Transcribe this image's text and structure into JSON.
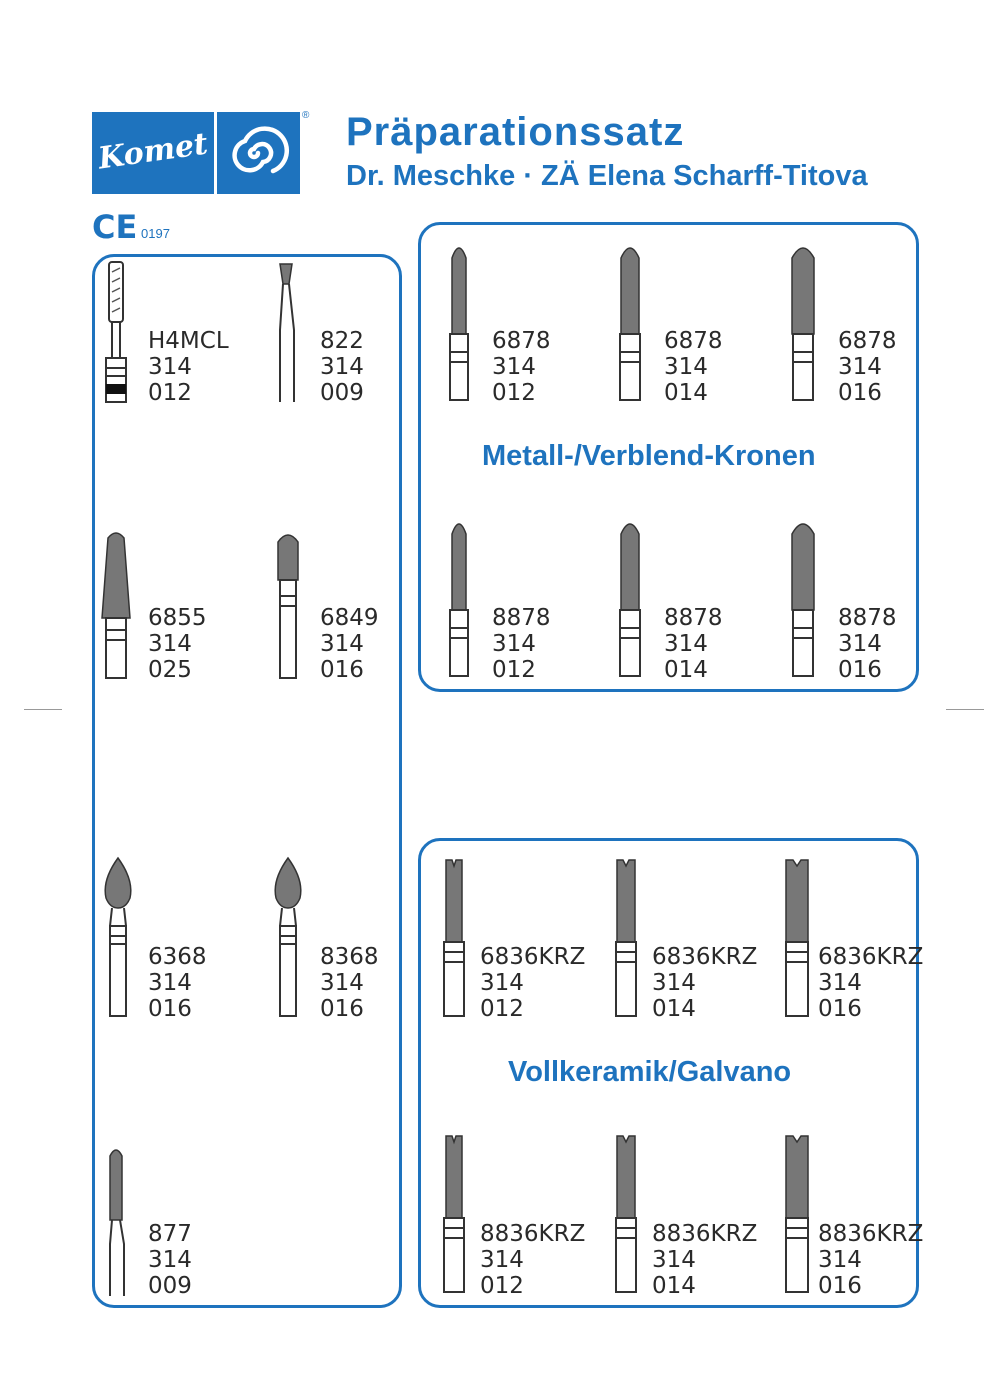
{
  "header": {
    "brand": "Komet",
    "reg_mark": "®",
    "title": "Präparationssatz",
    "subtitle": "Dr. Meschke · ZÄ Elena Scharff-Titova",
    "ce_mark": "CE",
    "ce_number": "0197"
  },
  "colors": {
    "accent": "#1e73be",
    "instrument": "#777777"
  },
  "left_panel": {
    "items": [
      {
        "icon": "cylinder-bur-icon",
        "line1": "H4MCL",
        "line2": "314",
        "line3": "012"
      },
      {
        "icon": "small-cone-bur-icon",
        "line1": "822",
        "line2": "314",
        "line3": "009"
      },
      {
        "icon": "tapered-round-bur-icon",
        "line1": "6855",
        "line2": "314",
        "line3": "025"
      },
      {
        "icon": "round-end-bur-icon",
        "line1": "6849",
        "line2": "314",
        "line3": "016"
      },
      {
        "icon": "flame-bur-icon",
        "line1": "6368",
        "line2": "314",
        "line3": "016"
      },
      {
        "icon": "flame-bur-icon",
        "line1": "8368",
        "line2": "314",
        "line3": "016"
      },
      {
        "icon": "needle-bur-icon",
        "line1": "877",
        "line2": "314",
        "line3": "009"
      }
    ]
  },
  "metal_panel": {
    "section_title": "Metall-/Verblend-Kronen",
    "items": [
      {
        "icon": "pointed-bur-icon",
        "line1": "6878",
        "line2": "314",
        "line3": "012"
      },
      {
        "icon": "pointed-bur-icon",
        "line1": "6878",
        "line2": "314",
        "line3": "014"
      },
      {
        "icon": "pointed-bur-icon",
        "line1": "6878",
        "line2": "314",
        "line3": "016"
      },
      {
        "icon": "pointed-bur-icon",
        "line1": "8878",
        "line2": "314",
        "line3": "012"
      },
      {
        "icon": "pointed-bur-icon",
        "line1": "8878",
        "line2": "314",
        "line3": "014"
      },
      {
        "icon": "pointed-bur-icon",
        "line1": "8878",
        "line2": "314",
        "line3": "016"
      }
    ]
  },
  "ceramic_panel": {
    "section_title": "Vollkeramik/Galvano",
    "items": [
      {
        "icon": "flat-end-bur-icon",
        "line1": "6836KRZ",
        "line2": "314",
        "line3": "012"
      },
      {
        "icon": "flat-end-bur-icon",
        "line1": "6836KRZ",
        "line2": "314",
        "line3": "014"
      },
      {
        "icon": "flat-end-bur-icon",
        "line1": "6836KRZ",
        "line2": "314",
        "line3": "016"
      },
      {
        "icon": "flat-end-bur-icon",
        "line1": "8836KRZ",
        "line2": "314",
        "line3": "012"
      },
      {
        "icon": "flat-end-bur-icon",
        "line1": "8836KRZ",
        "line2": "314",
        "line3": "014"
      },
      {
        "icon": "flat-end-bur-icon",
        "line1": "8836KRZ",
        "line2": "314",
        "line3": "016"
      }
    ]
  }
}
